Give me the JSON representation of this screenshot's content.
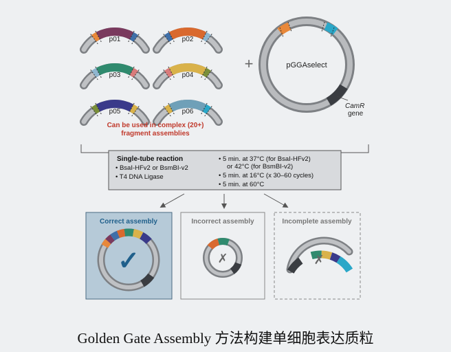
{
  "fragments": [
    {
      "label": "p01",
      "colors": [
        "#e8883a",
        "#7a3a5e",
        "#3f6fa8"
      ]
    },
    {
      "label": "p02",
      "colors": [
        "#3f6fa8",
        "#d9692e",
        "#8fb6cf"
      ]
    },
    {
      "label": "p03",
      "colors": [
        "#8fb6cf",
        "#2f8a6e",
        "#d97b7b"
      ]
    },
    {
      "label": "p04",
      "colors": [
        "#d97b7b",
        "#d9b24a",
        "#7a8f3a"
      ]
    },
    {
      "label": "p05",
      "colors": [
        "#7a8f3a",
        "#3a3a8a",
        "#d9b24a"
      ]
    },
    {
      "label": "p06",
      "colors": [
        "#d9b24a",
        "#6fa0b8",
        "#2aa7c8"
      ]
    }
  ],
  "plus": "+",
  "vector": {
    "name": "pGGAselect",
    "marker_name": "CamR",
    "marker_suffix": "gene"
  },
  "complex_note": [
    "Can be used in complex (20+)",
    "fragment assemblies"
  ],
  "reaction": {
    "title": "Single-tube reaction",
    "reagents": [
      "• BsaI-HFv2 or BsmBI-v2",
      "• T4 DNA Ligase"
    ],
    "steps": [
      "• 5 min. at 37°C (for BsaI-HFv2)",
      "or 42°C (for BsmBI-v2)",
      "• 5 min. at 16°C (x 30–60 cycles)",
      "• 5 min. at 60°C"
    ]
  },
  "outcomes": {
    "correct": {
      "label": "Correct assembly",
      "mark": "✓"
    },
    "incorrect": {
      "label": "Incorrect assembly",
      "mark": "✗"
    },
    "incomplete": {
      "label": "Incomplete assembly",
      "mark": "✗"
    }
  },
  "caption": "Golden Gate Assembly  方法构建单细胞表达质粒",
  "colors": {
    "accent_red": "#c0392b",
    "correct_blue": "#1f5f8b",
    "panel_blue": "#b6cad8",
    "plasmid_gray": "#a6a8ab"
  }
}
